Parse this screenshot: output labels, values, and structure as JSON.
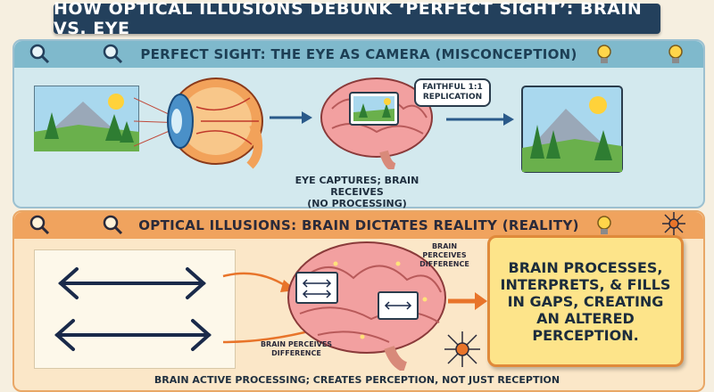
{
  "title": "HOW OPTICAL ILLUSIONS DEBUNK ‘PERFECT SIGHT’: BRAIN VS. EYE",
  "top_section": {
    "heading": "PERFECT SIGHT: THE EYE AS CAMERA (MISCONCEPTION)",
    "bubble_text": "FAITHFUL 1:1 REPLICATION",
    "caption_line1": "EYE CAPTURES; BRAIN RECEIVES",
    "caption_line2": "(NO PROCESSING)"
  },
  "bottom_section": {
    "heading": "OPTICAL ILLUSIONS: BRAIN DICTATES REALITY (REALITY)",
    "upper_label": "BRAIN PERCEIVES DIFFERENCE",
    "lower_label": "BRAIN PERCEIVES DIFFERENCE",
    "callout": "BRAIN PROCESSES, INTERPRETS, & FILLS IN GAPS, CREATING AN ALTERED PERCEPTION."
  },
  "footer": "BRAIN ACTIVE PROCESSING; CREATES PERCEPTION, NOT JUST RECEPTION",
  "colors": {
    "banner": "#23405c",
    "top_panel": "#d3e9ee",
    "bottom_panel": "#fbe7c8",
    "accent_orange": "#e8742a",
    "arrow_blue": "#2a5a8a"
  },
  "icons": [
    "magnifier-icon",
    "lightbulb-icon",
    "neuron-icon"
  ]
}
